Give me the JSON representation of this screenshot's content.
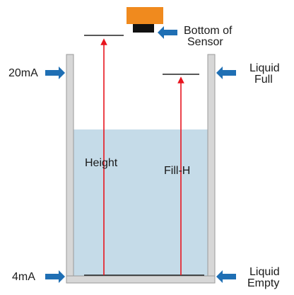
{
  "labels": {
    "bottom_of_sensor": [
      "Bottom of",
      "Sensor"
    ],
    "liquid_full": [
      "Liquid",
      "Full"
    ],
    "liquid_empty": [
      "Liquid",
      "Empty"
    ],
    "current_20ma": "20mA",
    "current_4ma": "4mA",
    "height": "Height",
    "fill_h": "Fill-H"
  },
  "colors": {
    "liquid": "#c5dbe8",
    "tank_wall": "#d7d7d7",
    "tank_wall_border": "#9a9a9a",
    "arrow_red": "#e8141e",
    "pointer_blue": "#1f6fb4",
    "sensor_body": "#f08a1e",
    "sensor_cap": "#111111"
  }
}
